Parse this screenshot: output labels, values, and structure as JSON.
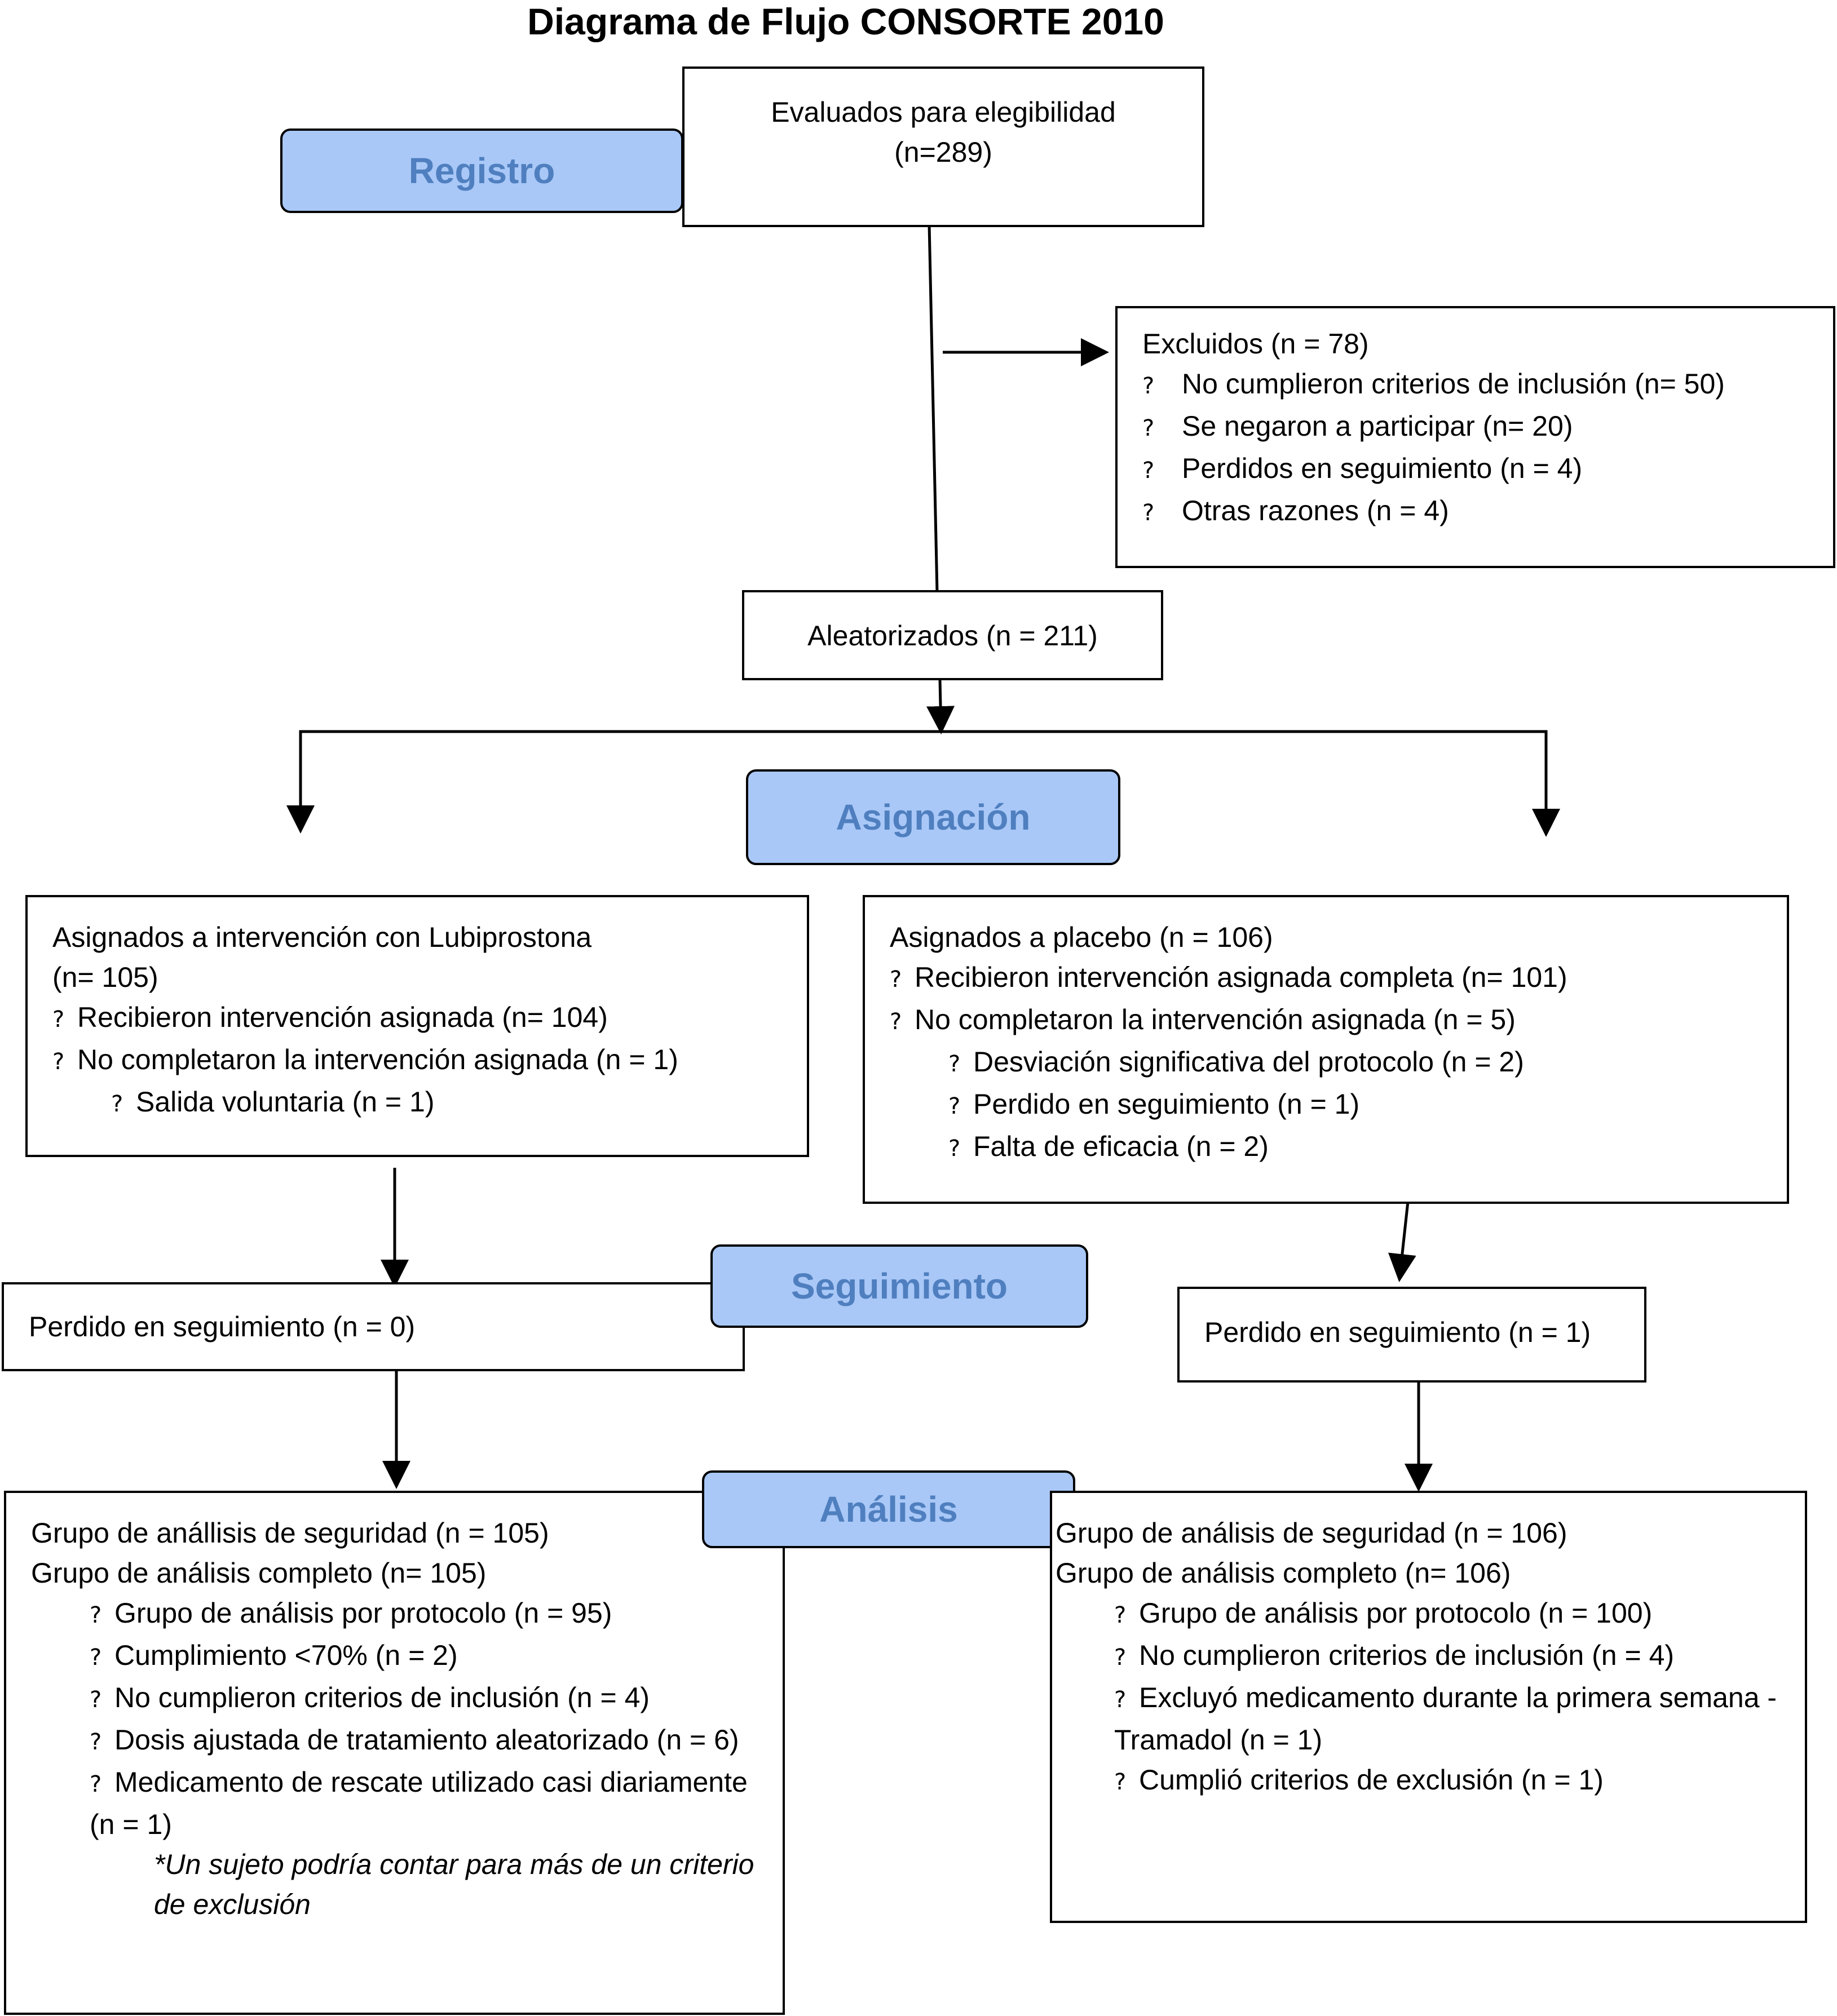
{
  "title": "Diagrama de Flujo CONSORTE  2010",
  "stages": {
    "registro": "Registro",
    "asignacion": "Asignación",
    "seguimiento": "Seguimiento",
    "analisis": "Análisis"
  },
  "bullet_glyph": "?",
  "enrollment": {
    "line1": "Evaluados para elegibilidad",
    "line2": "(n=289)"
  },
  "excluded": {
    "header": "Excluidos (n = 78)",
    "items": [
      "No cumplieron criterios de inclusión (n= 50)",
      "Se negaron a participar (n= 20)",
      "Perdidos en seguimiento (n = 4)",
      "Otras razones (n = 4)"
    ]
  },
  "randomized": "Aleatorizados (n = 211)",
  "allocation_left": {
    "line1": "Asignados a intervención con Lubiprostona",
    "line2": "(n= 105)",
    "item1": "Recibieron intervención asignada (n= 104)",
    "item2": "No completaron la intervención asignada (n = 1)",
    "sub1": "Salida voluntaria (n = 1)"
  },
  "allocation_right": {
    "line1": "Asignados a placebo (n = 106)",
    "item1": "Recibieron intervención asignada completa (n= 101)",
    "item2": "No completaron la intervención asignada (n = 5)",
    "sub1": "Desviación significativa del protocolo (n = 2)",
    "sub2": "Perdido en seguimiento (n = 1)",
    "sub3": "Falta de eficacia (n = 2)"
  },
  "followup_left": "Perdido en seguimiento (n = 0)",
  "followup_right": "Perdido en seguimiento (n = 1)",
  "analysis_left": {
    "line1": "Grupo de anállisis de seguridad (n = 105)",
    "line2": "Grupo de análisis completo (n= 105)",
    "item1": "Grupo de análisis por protocolo (n = 95)",
    "item2": "Cumplimiento <70% (n = 2)",
    "item3": "No cumplieron criterios de inclusión (n = 4)",
    "item4": "Dosis ajustada de tratamiento aleatorizado (n = 6)",
    "item5": "Medicamento de rescate utilizado casi diariamente (n = 1)",
    "note": "*Un sujeto podría contar para más de un criterio de exclusión"
  },
  "analysis_right": {
    "line1": "Grupo de análisis de seguridad (n = 106)",
    "line2": "Grupo de análisis completo (n= 106)",
    "item1": "Grupo de análisis por protocolo (n = 100)",
    "item2": "No cumplieron criterios de inclusión (n = 4)",
    "item3": "Excluyó medicamento durante la primera semana - Tramadol (n = 1)",
    "item4": "Cumplió criterios de exclusión (n = 1)"
  }
}
